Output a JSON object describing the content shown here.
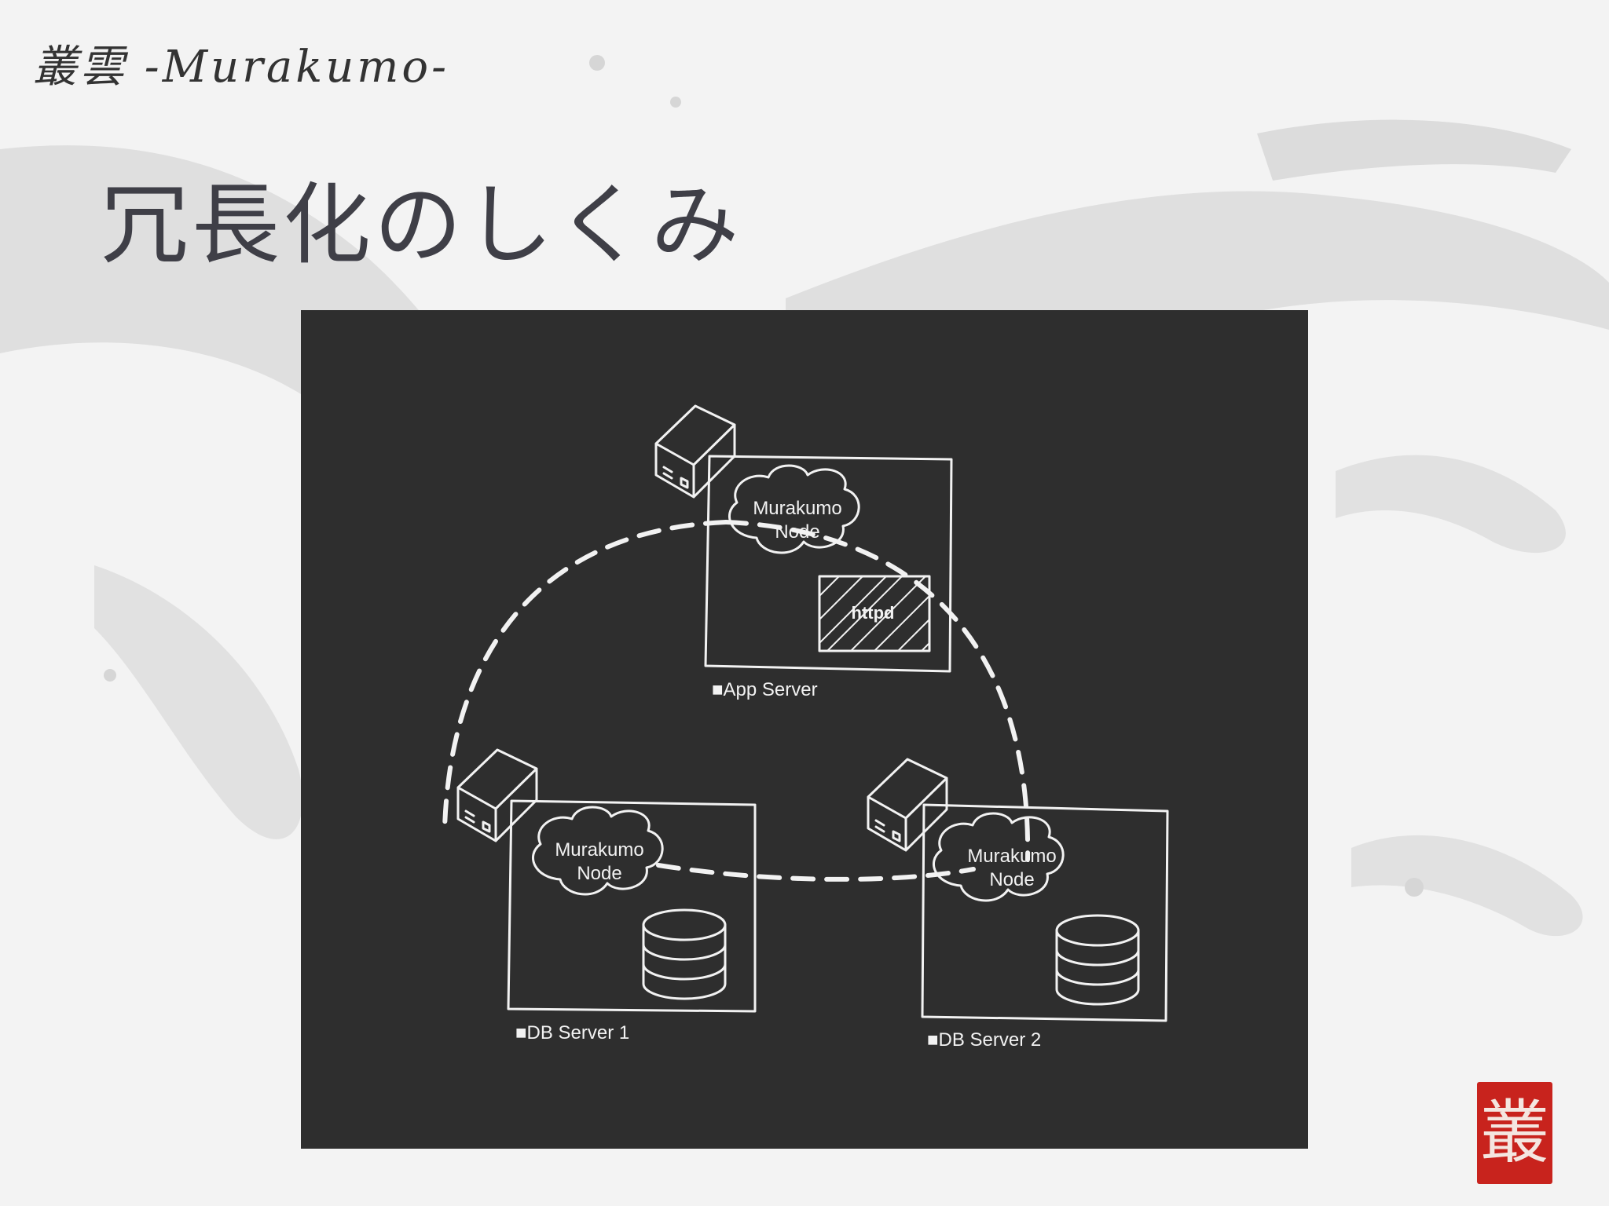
{
  "header": {
    "logo_text": "叢雲 -Murakumo-"
  },
  "slide": {
    "title": "冗長化のしくみ"
  },
  "diagram": {
    "app_server": {
      "node_label_line1": "Murakumo",
      "node_label_line2": "Node",
      "service_label": "httpd",
      "caption": "■App Server"
    },
    "db_server_1": {
      "node_label_line1": "Murakumo",
      "node_label_line2": "Node",
      "caption": "■DB Server 1"
    },
    "db_server_2": {
      "node_label_line1": "Murakumo",
      "node_label_line2": "Node",
      "caption": "■DB Server 2"
    }
  },
  "seal": {
    "character": "叢"
  },
  "colors": {
    "page_background": "#f3f3f3",
    "ink_splash": "#d9d9d9",
    "chalkboard": "#2e2e2e",
    "chalk": "#f2f2f2",
    "title_text": "#3f3f47",
    "seal_red": "#c8231d"
  }
}
